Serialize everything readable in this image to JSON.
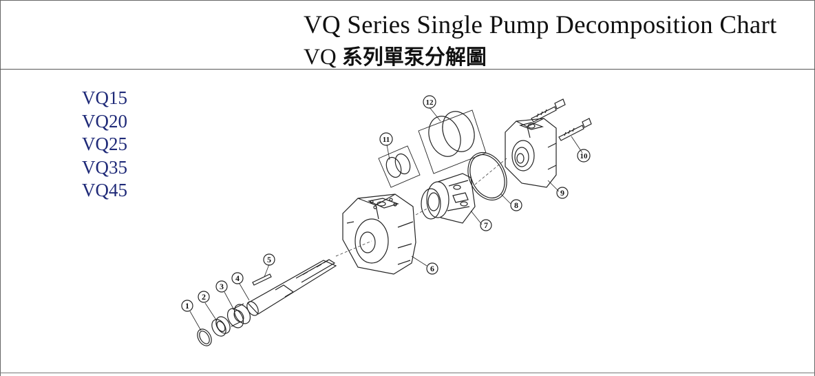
{
  "title": {
    "english": "VQ Series Single  Pump Decomposition Chart",
    "chinese_prefix": "VQ ",
    "chinese": "系列單泵分解圖"
  },
  "models": [
    "VQ15",
    "VQ20",
    "VQ25",
    "VQ35",
    "VQ45"
  ],
  "callouts": [
    "1",
    "2",
    "3",
    "4",
    "5",
    "6",
    "7",
    "8",
    "9",
    "10",
    "11",
    "12"
  ],
  "colors": {
    "model_text": "#1f2a78",
    "line": "#222222"
  }
}
